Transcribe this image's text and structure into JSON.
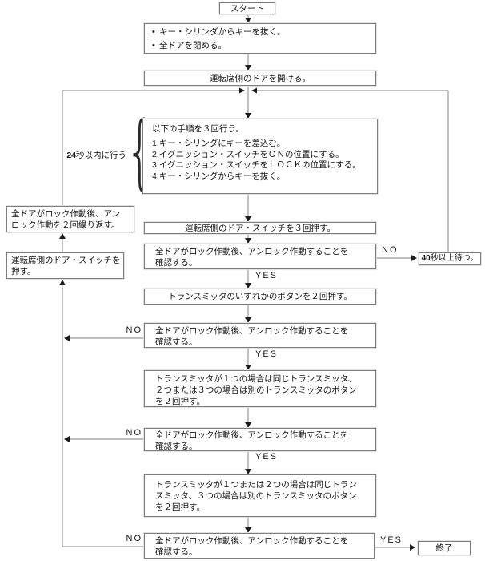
{
  "labels": {
    "yes": "YES",
    "no": "NO"
  },
  "flow": {
    "start": "スタート",
    "prep": {
      "bullet": "•",
      "items": [
        "キー・シリンダからキーを抜く。",
        "全ドアを閉める。"
      ]
    },
    "open_door": "運転席側のドアを開ける。",
    "within_24s": {
      "num": "24",
      "text": "秒以内に行う"
    },
    "brace": "{",
    "procedure": {
      "title": "以下の手順を３回行う。",
      "steps": [
        "1.キー・シリンダにキーを差込む。",
        "2.イグニッション・スイッチをＯＮの位置にする。",
        "3.イグニッション・スイッチをＬＯＣＫの位置にする。",
        "4.キー・シリンダからキーを抜く。"
      ]
    },
    "press_door_switch_3": "運転席側のドア・スイッチを３回押す。",
    "confirm": {
      "line1": "全ドアがロック作動後、アンロック作動することを",
      "line2": "確認する。"
    },
    "wait_40s": {
      "num": "40",
      "text": "秒以上待つ。"
    },
    "press_any_button": "トランスミッタのいずれかのボタンを２回押す。",
    "transmitter_case1": {
      "lines": [
        "トランスミッタが１つの場合は同じトランスミッタ、",
        "２つまたは３つの場合は別のトランスミッタのボタン",
        "を２回押す。"
      ]
    },
    "transmitter_case2": {
      "lines": [
        "トランスミッタが１つまたは２つの場合は同じトラン",
        "スミッタ、３つの場合は別のトランスミッタのボタン",
        "を２回押す。"
      ]
    },
    "left_loop": {
      "lock_unlock_twice": {
        "lines": [
          "全ドアがロック作動後、アン",
          "ロック作動を２回繰り返す。"
        ]
      },
      "press_door_switch": {
        "lines": [
          "運転席側のドア・スイッチを",
          "押す。"
        ]
      }
    },
    "end": "終了"
  }
}
